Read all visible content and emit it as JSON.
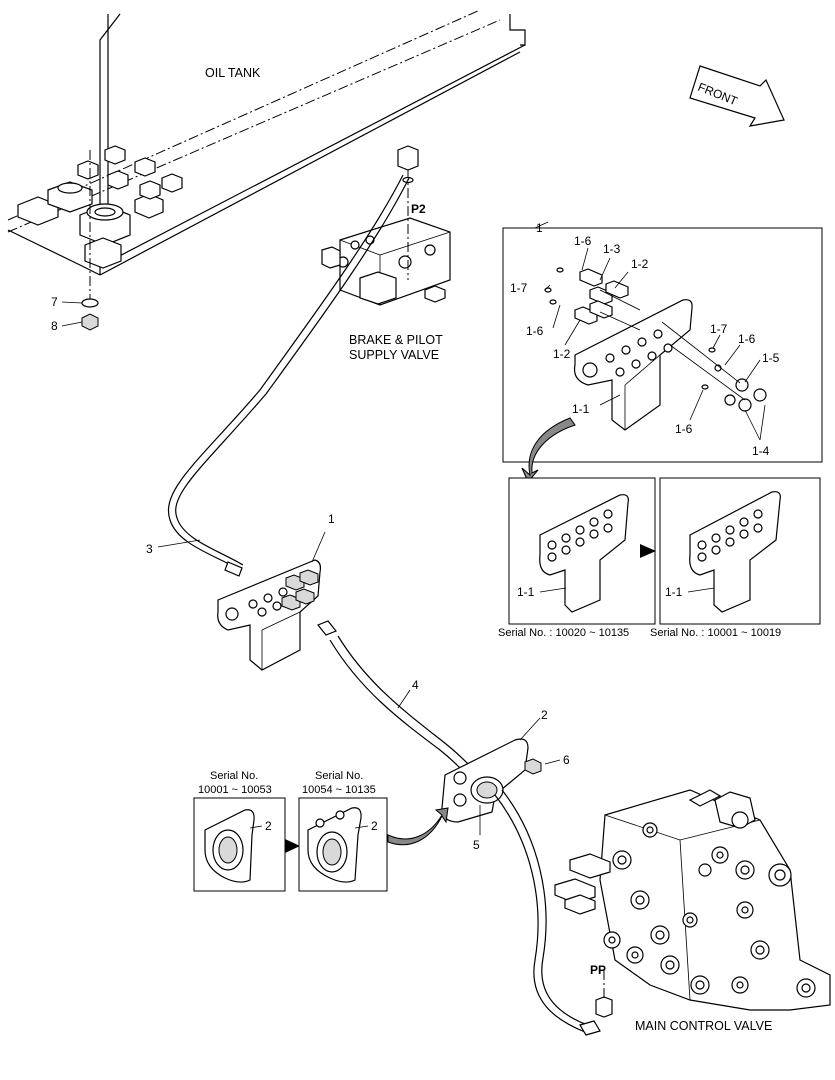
{
  "labels": {
    "oil_tank": "OIL TANK",
    "front": "FRONT",
    "p2": "P2",
    "brake_valve_line1": "BRAKE & PILOT",
    "brake_valve_line2": "SUPPLY VALVE",
    "main_valve": "MAIN CONTROL VALVE",
    "pp": "PP"
  },
  "callouts": {
    "n1": "1",
    "n2": "2",
    "n3": "3",
    "n4": "4",
    "n5": "5",
    "n6": "6",
    "n7": "7",
    "n8": "8",
    "c1_1": "1-1",
    "c1_2": "1-2",
    "c1_3": "1-3",
    "c1_4": "1-4",
    "c1_5": "1-5",
    "c1_6": "1-6",
    "c1_7": "1-7"
  },
  "serials": {
    "s_a": "Serial No. : 10020 ~ 10135",
    "s_b": "Serial No. : 10001 ~ 10019",
    "s_c_title": "Serial No.",
    "s_c_range": "10001 ~ 10053",
    "s_d_title": "Serial No.",
    "s_d_range": "10054 ~ 10135"
  }
}
